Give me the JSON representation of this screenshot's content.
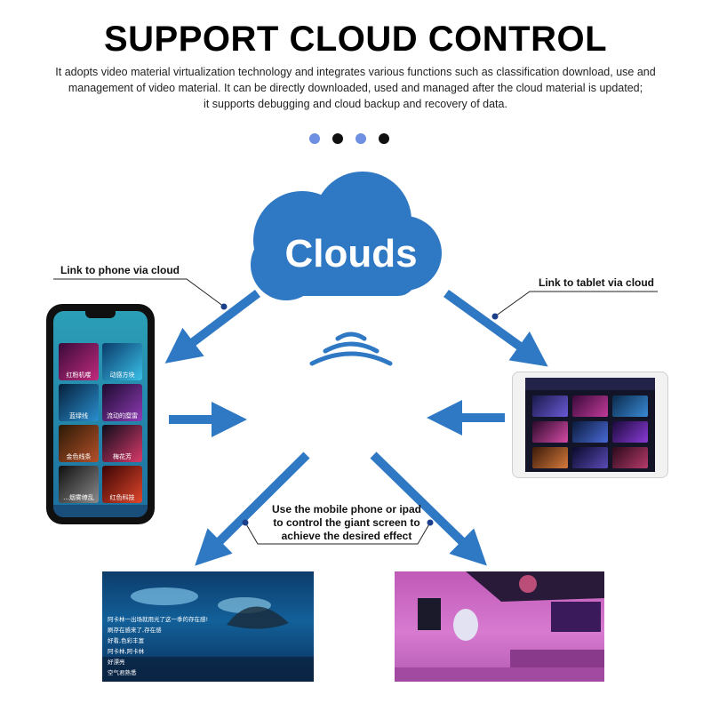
{
  "header": {
    "title": "SUPPORT CLOUD CONTROL",
    "description": [
      "It adopts video material virtualization technology and integrates various functions such as classification download, use and",
      "management of video material. It can be directly downloaded, used and managed after the cloud material is updated;",
      "it supports debugging and cloud backup and recovery of data."
    ]
  },
  "cloud": {
    "label": "Clouds"
  },
  "callouts": {
    "phone": "Link to phone via cloud",
    "tablet": "Link to tablet via cloud",
    "center": [
      "Use the mobile phone or ipad",
      "to control the giant screen to",
      "achieve the desired effect"
    ]
  },
  "phone_tiles": [
    "红粉机喽",
    "动感方块",
    "蓝绿线",
    "流动的糜雷",
    "金色线条",
    "梅花芳",
    "...烟雾缭乱",
    "红色科技"
  ],
  "screen_a_text": [
    "阿卡林一出场就用光了这一季的存在感!",
    "刷存在感来了,存在感",
    "好看,色彩丰富",
    "阿卡林,阿卡林",
    "好漂亮",
    "空气君熟悉"
  ],
  "colors": {
    "arrow": "#2f78c4",
    "cloud": "#2f78c4",
    "dot_blue": "#6f8fe3",
    "dot_black": "#111111"
  }
}
